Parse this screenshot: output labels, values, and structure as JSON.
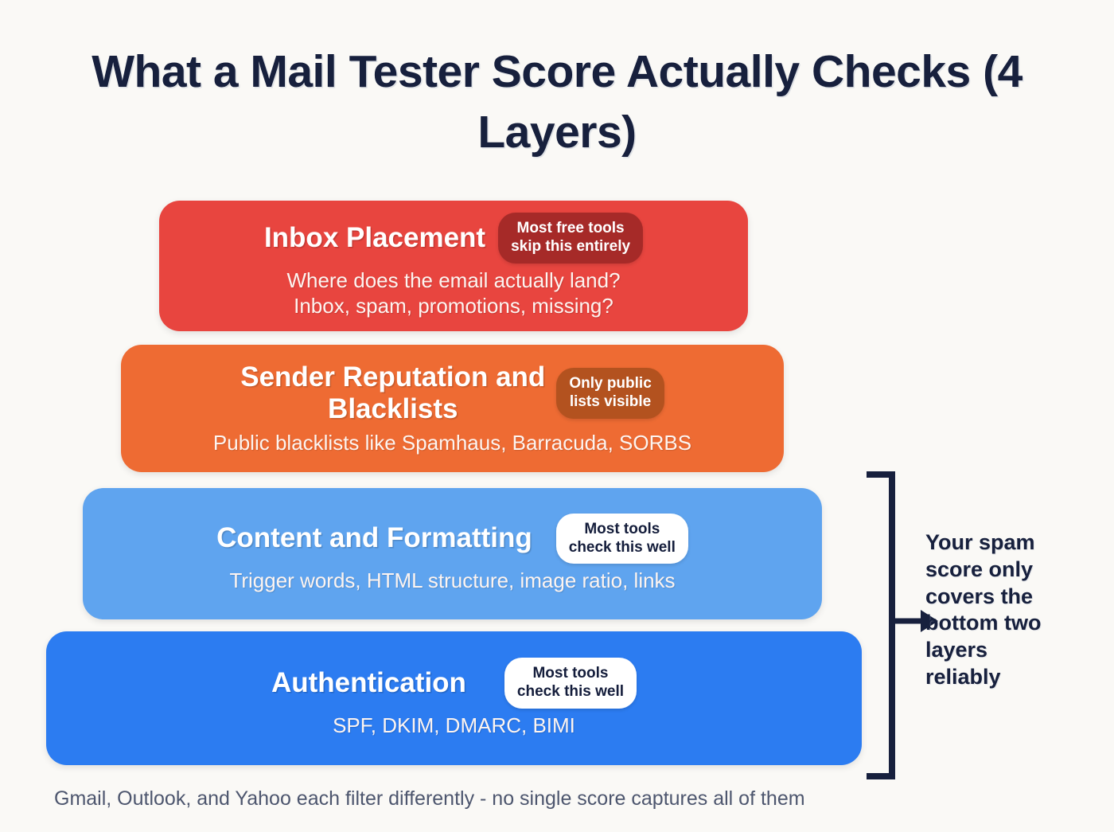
{
  "title": "What a Mail Tester Score Actually\nChecks (4 Layers)",
  "colors": {
    "background": "#faf9f6",
    "title_text": "#17203d",
    "layer1": "#e8453f",
    "layer1_badge": "#a62a28",
    "layer2": "#ee6b33",
    "layer2_badge": "#b3521f",
    "layer3": "#5fa4ef",
    "layer4": "#2c7cf1",
    "badge_white": "#ffffff",
    "badge_white_text": "#141d3b",
    "footer_text": "#4d566e",
    "bracket": "#17203d"
  },
  "layers": [
    {
      "id": "inbox-placement",
      "title": "Inbox Placement",
      "subtitle": "Where does the email actually land?\nInbox, spam, promotions, missing?",
      "badge": "Most free tools\nskip this entirely",
      "badge_style": "dark-on-color"
    },
    {
      "id": "sender-reputation-and-blacklists",
      "title": "Sender Reputation and\nBlacklists",
      "subtitle": "Public blacklists like Spamhaus, Barracuda, SORBS",
      "badge": "Only public\nlists visible",
      "badge_style": "dark-on-color"
    },
    {
      "id": "content-and-formatting",
      "title": "Content and Formatting",
      "subtitle": "Trigger words, HTML structure, image ratio, links",
      "badge": "Most tools\ncheck this well",
      "badge_style": "white"
    },
    {
      "id": "authentication",
      "title": "Authentication",
      "subtitle": "SPF, DKIM, DMARC, BIMI",
      "badge": "Most tools\ncheck this well",
      "badge_style": "white"
    }
  ],
  "annotation": {
    "text": "Your spam\nscore only\ncovers the\nbottom two\nlayers\nreliably"
  },
  "footer": {
    "text": "Gmail, Outlook, and Yahoo each filter differently - no single score captures all of them"
  }
}
